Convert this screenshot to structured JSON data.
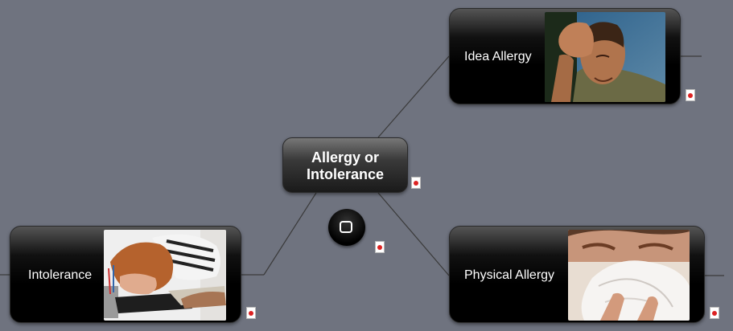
{
  "map": {
    "central_topic": "Allergy or\nIntolerance",
    "topics": [
      {
        "id": "idea-allergy",
        "label": "Idea Allergy"
      },
      {
        "id": "physical-allergy",
        "label": "Physical Allergy"
      },
      {
        "id": "intolerance",
        "label": "Intolerance"
      }
    ]
  },
  "colors": {
    "background": "#6f737f",
    "node": "#000000",
    "connector": "#3a3a3a"
  },
  "icons": {
    "attachment": "pdf-icon",
    "collapse": "rounded-square-icon"
  }
}
